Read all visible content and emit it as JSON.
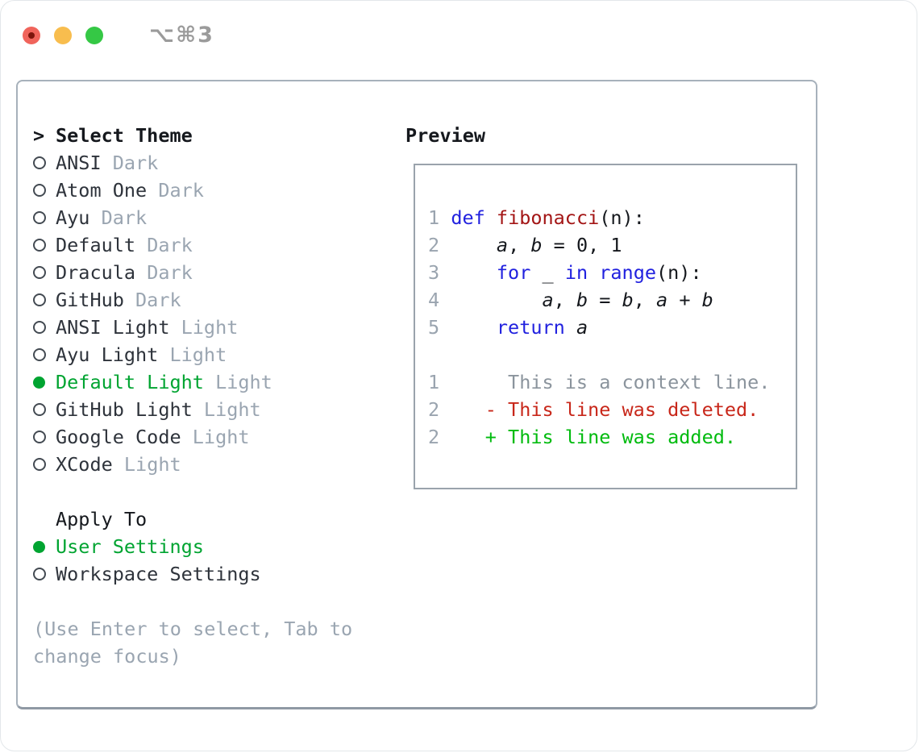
{
  "window": {
    "title": "⌥⌘3",
    "traffic_lights": {
      "close": "close",
      "minimize": "minimize",
      "zoom": "zoom",
      "close_has_unsaved_dot": true
    }
  },
  "theme_list": {
    "selector": ">",
    "header": "Select Theme",
    "items": [
      {
        "name": "ANSI",
        "tag": "Dark",
        "selected": false
      },
      {
        "name": "Atom One",
        "tag": "Dark",
        "selected": false
      },
      {
        "name": "Ayu",
        "tag": "Dark",
        "selected": false
      },
      {
        "name": "Default",
        "tag": "Dark",
        "selected": false
      },
      {
        "name": "Dracula",
        "tag": "Dark",
        "selected": false
      },
      {
        "name": "GitHub",
        "tag": "Dark",
        "selected": false
      },
      {
        "name": "ANSI Light",
        "tag": "Light",
        "selected": false
      },
      {
        "name": "Ayu Light",
        "tag": "Light",
        "selected": false
      },
      {
        "name": "Default Light",
        "tag": "Light",
        "selected": true
      },
      {
        "name": "GitHub Light",
        "tag": "Light",
        "selected": false
      },
      {
        "name": "Google Code",
        "tag": "Light",
        "selected": false
      },
      {
        "name": "XCode",
        "tag": "Light",
        "selected": false
      }
    ]
  },
  "apply_to": {
    "header": "Apply To",
    "options": [
      {
        "name": "User Settings",
        "selected": true
      },
      {
        "name": "Workspace Settings",
        "selected": false
      }
    ]
  },
  "hint": {
    "lines": [
      "(Use Enter to select, Tab to",
      "change focus)"
    ]
  },
  "preview": {
    "header": "Preview",
    "code_lines": [
      {
        "num": "1",
        "tokens": [
          {
            "t": "def",
            "c": "kw"
          },
          {
            "t": " "
          },
          {
            "t": "fibonacci",
            "c": "fn"
          },
          {
            "t": "(n):"
          }
        ]
      },
      {
        "num": "2",
        "tokens": [
          {
            "t": "    "
          },
          {
            "t": "a",
            "c": "v"
          },
          {
            "t": ", "
          },
          {
            "t": "b",
            "c": "v"
          },
          {
            "t": " = 0, 1"
          }
        ]
      },
      {
        "num": "3",
        "tokens": [
          {
            "t": "    "
          },
          {
            "t": "for",
            "c": "kw"
          },
          {
            "t": " _ "
          },
          {
            "t": "in",
            "c": "kw"
          },
          {
            "t": " "
          },
          {
            "t": "range",
            "c": "kw"
          },
          {
            "t": "(n):"
          }
        ]
      },
      {
        "num": "4",
        "tokens": [
          {
            "t": "        "
          },
          {
            "t": "a",
            "c": "v"
          },
          {
            "t": ", "
          },
          {
            "t": "b",
            "c": "v"
          },
          {
            "t": " = "
          },
          {
            "t": "b",
            "c": "v"
          },
          {
            "t": ", "
          },
          {
            "t": "a",
            "c": "v"
          },
          {
            "t": " + "
          },
          {
            "t": "b",
            "c": "v"
          }
        ]
      },
      {
        "num": "5",
        "tokens": [
          {
            "t": "    "
          },
          {
            "t": "return",
            "c": "kw"
          },
          {
            "t": " "
          },
          {
            "t": "a",
            "c": "v"
          }
        ]
      }
    ],
    "diff_lines": [
      {
        "num": "1",
        "prefix": "  ",
        "text": "This is a context line.",
        "kind": "context"
      },
      {
        "num": "2",
        "prefix": "- ",
        "text": "This line was deleted.",
        "kind": "deleted"
      },
      {
        "num": "2",
        "prefix": "+ ",
        "text": "This line was added.",
        "kind": "added"
      }
    ]
  },
  "colors": {
    "selected_green": "#00a431",
    "diff_added_green": "#00bb0e",
    "diff_deleted_red": "#c8271a",
    "keyword_blue": "#2121df",
    "function_red": "#a31515",
    "muted_gray": "#9aa5b1",
    "context_gray": "#8b949d",
    "panel_border": "#a7b1bb",
    "traffic_red": "#f0645b",
    "traffic_yellow": "#f8bd4e",
    "traffic_green": "#35c845"
  }
}
